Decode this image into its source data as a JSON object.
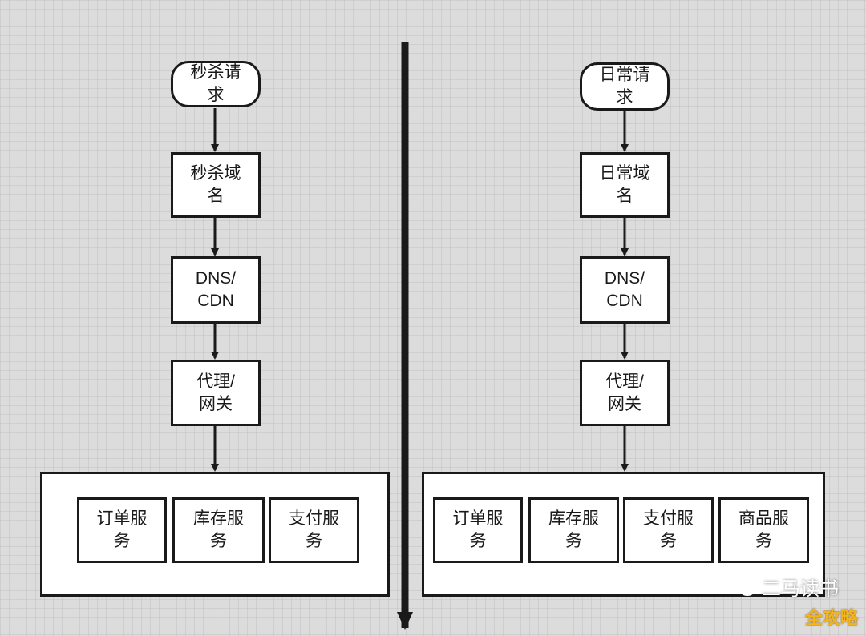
{
  "left": {
    "start": [
      "秒杀请",
      "求"
    ],
    "domain": [
      "秒杀域",
      "名"
    ],
    "dns": [
      "DNS/",
      "CDN"
    ],
    "proxy": [
      "代理/",
      "网关"
    ],
    "services": [
      [
        "订单服",
        "务"
      ],
      [
        "库存服",
        "务"
      ],
      [
        "支付服",
        "务"
      ]
    ]
  },
  "right": {
    "start": [
      "日常请",
      "求"
    ],
    "domain": [
      "日常域",
      "名"
    ],
    "dns": [
      "DNS/",
      "CDN"
    ],
    "proxy": [
      "代理/",
      "网关"
    ],
    "services": [
      [
        "订单服",
        "务"
      ],
      [
        "库存服",
        "务"
      ],
      [
        "支付服",
        "务"
      ],
      [
        "商品服",
        "务"
      ]
    ]
  },
  "watermark": {
    "text": "二马读书",
    "icon": "wechat-icon",
    "site": "全攻略"
  },
  "colors": {
    "line": "#1a1a1a",
    "box_fill": "#ffffff",
    "background": "#dcdcdd"
  }
}
